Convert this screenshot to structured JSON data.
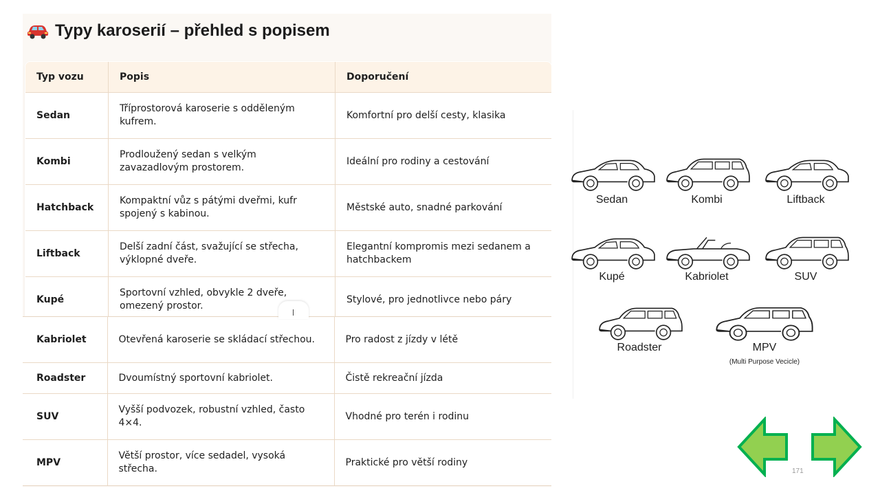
{
  "page": {
    "title": "Typy karoserií – přehled s popisem",
    "title_icon": "car-icon",
    "page_number": "171"
  },
  "table": {
    "headers": [
      "Typ vozu",
      "Popis",
      "Doporučení"
    ],
    "rows": [
      {
        "type": "Sedan",
        "desc": "Tříprostorová karoserie s odděleným kufrem.",
        "rec": "Komfortní pro delší cesty, klasika"
      },
      {
        "type": "Kombi",
        "desc": "Prodloužený sedan s velkým zavazadlovým prostorem.",
        "rec": "Ideální pro rodiny a cestování"
      },
      {
        "type": "Hatchback",
        "desc": "Kompaktní vůz s pátými dveřmi, kufr spojený s kabinou.",
        "rec": "Městské auto, snadné parkování"
      },
      {
        "type": "Liftback",
        "desc": "Delší zadní část, svažující se střecha, výklopné dveře.",
        "rec": "Elegantní kompromis mezi sedanem a hatchbackem"
      },
      {
        "type": "Kupé",
        "desc": "Sportovní vzhled, obvykle 2 dveře, omezený prostor.",
        "rec": "Stylové, pro jednotlivce nebo páry"
      }
    ],
    "rows_continued": [
      {
        "type": "Kabriolet",
        "desc": "Otevřená karoserie se skládací střechou.",
        "rec": "Pro radost z jízdy v létě"
      },
      {
        "type": "Roadster",
        "desc": "Dvoumístný sportovní kabriolet.",
        "rec": "Čistě rekreační jízda"
      },
      {
        "type": "SUV",
        "desc": "Vyšší podvozek, robustní vzhled, často 4×4.",
        "rec": "Vhodné pro terén i rodinu"
      },
      {
        "type": "MPV",
        "desc": "Větší prostor, více sedadel, vysoká střecha.",
        "rec": "Praktické pro větší rodiny"
      }
    ]
  },
  "car_illustrations": {
    "labels": [
      "Sedan",
      "Kombi",
      "Liftback",
      "Kupé",
      "Kabriolet",
      "SUV",
      "Roadster",
      "MPV"
    ],
    "mpv_subtitle": "(Multi Purpose Vecicle)"
  },
  "navigation": {
    "prev_icon": "arrow-left-icon",
    "next_icon": "arrow-right-icon",
    "arrow_fill": "#92d050",
    "arrow_stroke": "#00b050"
  },
  "colors": {
    "panel_bg": "#fbf8f4",
    "header_bg": "#fdf3e7",
    "border": "#e6d4c1"
  }
}
